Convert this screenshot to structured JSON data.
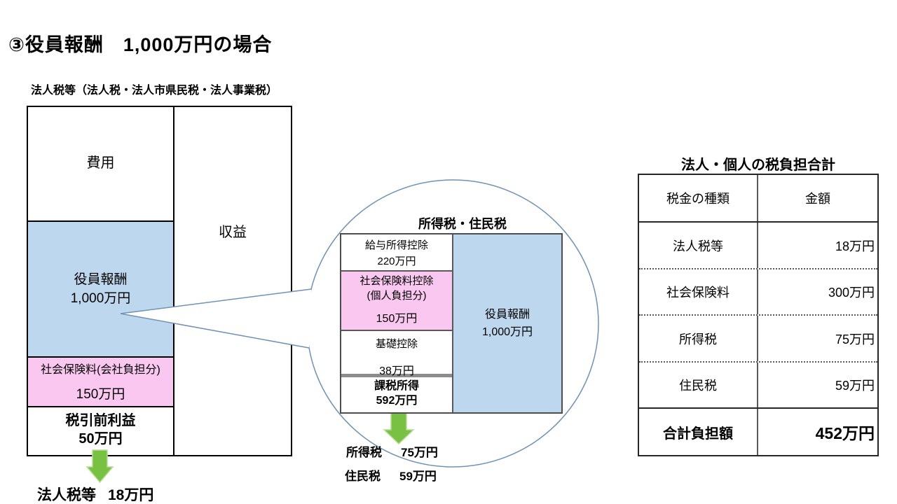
{
  "slide": {
    "title": "③役員報酬　1,000万円の場合"
  },
  "colors": {
    "highlight_blue": "#BDD7EE",
    "highlight_pink": "#FAC7F0",
    "arrow_green_fill": "#79C143",
    "arrow_green_edge": "#B8DC95",
    "callout_stroke": "#7191B5",
    "border_black": "#000000",
    "border_gray": "#595959"
  },
  "corporate_diagram": {
    "caption": "法人税等（法人税・法人市県民税・法人事業税）",
    "expense": "費用",
    "revenue": "収益",
    "compensation_line1": "役員報酬",
    "compensation_line2": "1,000万円",
    "insurance_line1": "社会保険料(会社負担分)",
    "insurance_line2": "150万円",
    "pretax_line1": "税引前利益",
    "pretax_line2": "50万円",
    "result_label": "法人税等",
    "result_value": "18万円"
  },
  "personal_callout": {
    "title": "所得税・住民税",
    "salary_deduction_line1": "給与所得控除",
    "salary_deduction_line2": "220万円",
    "insurance_deduction_line1": "社会保険料控除",
    "insurance_deduction_line2": "(個人負担分)",
    "insurance_deduction_amount": "150万円",
    "basic_deduction_label": "基礎控除",
    "basic_deduction_amount": "38万円",
    "taxable_line1": "課税所得",
    "taxable_line2": "592万円",
    "compensation_line1": "役員報酬",
    "compensation_line2": "1,000万円",
    "income_tax_label": "所得税",
    "income_tax_value": "75万円",
    "resident_tax_label": "住民税",
    "resident_tax_value": "59万円"
  },
  "summary_table": {
    "title": "法人・個人の税負担合計",
    "col_type": "税金の種類",
    "col_amount": "金額",
    "rows": [
      {
        "label": "法人税等",
        "value": "18万円"
      },
      {
        "label": "社会保険料",
        "value": "300万円"
      },
      {
        "label": "所得税",
        "value": "75万円"
      },
      {
        "label": "住民税",
        "value": "59万円"
      }
    ],
    "total_label": "合計負担額",
    "total_value": "452万円"
  }
}
